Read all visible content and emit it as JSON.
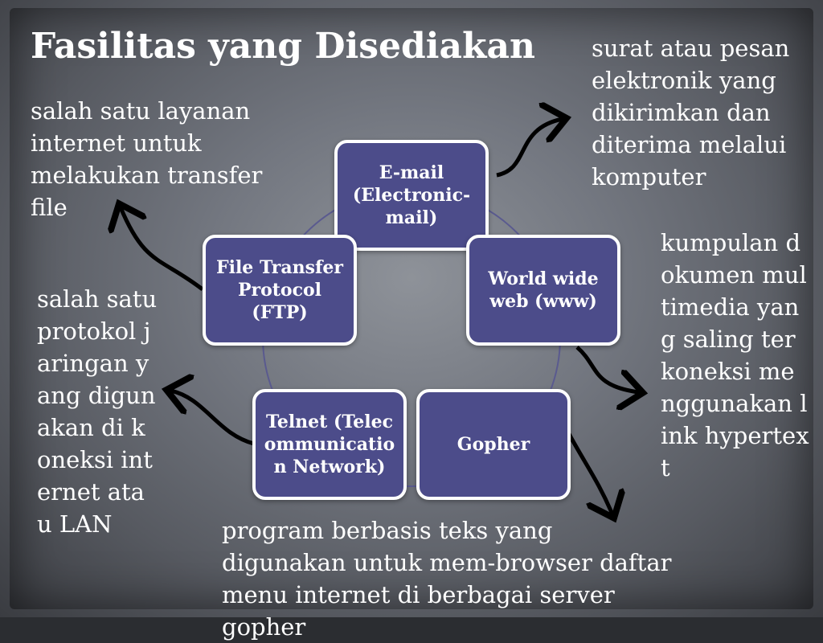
{
  "title": "Fasilitas yang Disediakan",
  "nodes": {
    "email": "E-mail (Electronic-mail)",
    "www": "World wide web (www)",
    "ftp": "File Transfer Protocol (FTP)",
    "telnet": "Telnet (Telecommunication Network)",
    "gopher": "Gopher"
  },
  "descriptions": {
    "ftp": "salah satu layanan internet untuk melakukan transfer file",
    "email": "surat atau pesan elektronik yang dikirimkan dan diterima melalui komputer",
    "www": "kumpulan dokumen multimedia yang saling terkoneksi menggunakan link hypertext",
    "telnet": "salah satu protokol jaringan yang digunakan di koneksi internet atau LAN",
    "gopher": "program berbasis teks yang digunakan untuk mem-browser daftar menu internet di berbagai server gopher"
  },
  "colors": {
    "node_fill": "#4c4c8a",
    "node_border": "#ffffff",
    "text": "#ffffff"
  }
}
